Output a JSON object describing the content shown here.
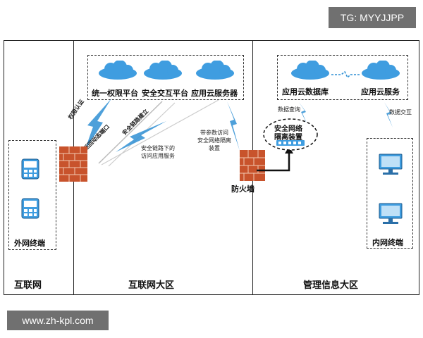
{
  "watermarks": {
    "top": "TG: MYYJJPP",
    "bottom": "www.zh-kpl.com"
  },
  "zones": {
    "internet": "互联网",
    "internet_area": "互联网大区",
    "management_area": "管理信息大区"
  },
  "terminals": {
    "external": "外网终端",
    "internal": "内网终端"
  },
  "clouds": {
    "unified_auth": "统一权限平台",
    "secure_exchange": "安全交互平台",
    "app_cloud_server": "应用云服务器",
    "app_cloud_db": "应用云数据库",
    "app_cloud_service": "应用云服务"
  },
  "devices": {
    "firewall": "防火墙",
    "isolation_line1": "安全网络",
    "isolation_line2": "隔离装置"
  },
  "links": {
    "auth": "权限认证",
    "secure_link": "安全链路建立",
    "return_port": "返回动态端口",
    "access_line1": "安全链路下的",
    "access_line2": "访问应用服务",
    "param_line1": "带参数访问",
    "param_line2": "安全网络隔离",
    "param_line3": "装置",
    "data_query": "数据查询",
    "data_exchange": "数据交互"
  },
  "colors": {
    "cloud": "#3f9de0",
    "firewall": "#c8532c",
    "bolt": "#2f8fd4",
    "frame": "#222222"
  }
}
